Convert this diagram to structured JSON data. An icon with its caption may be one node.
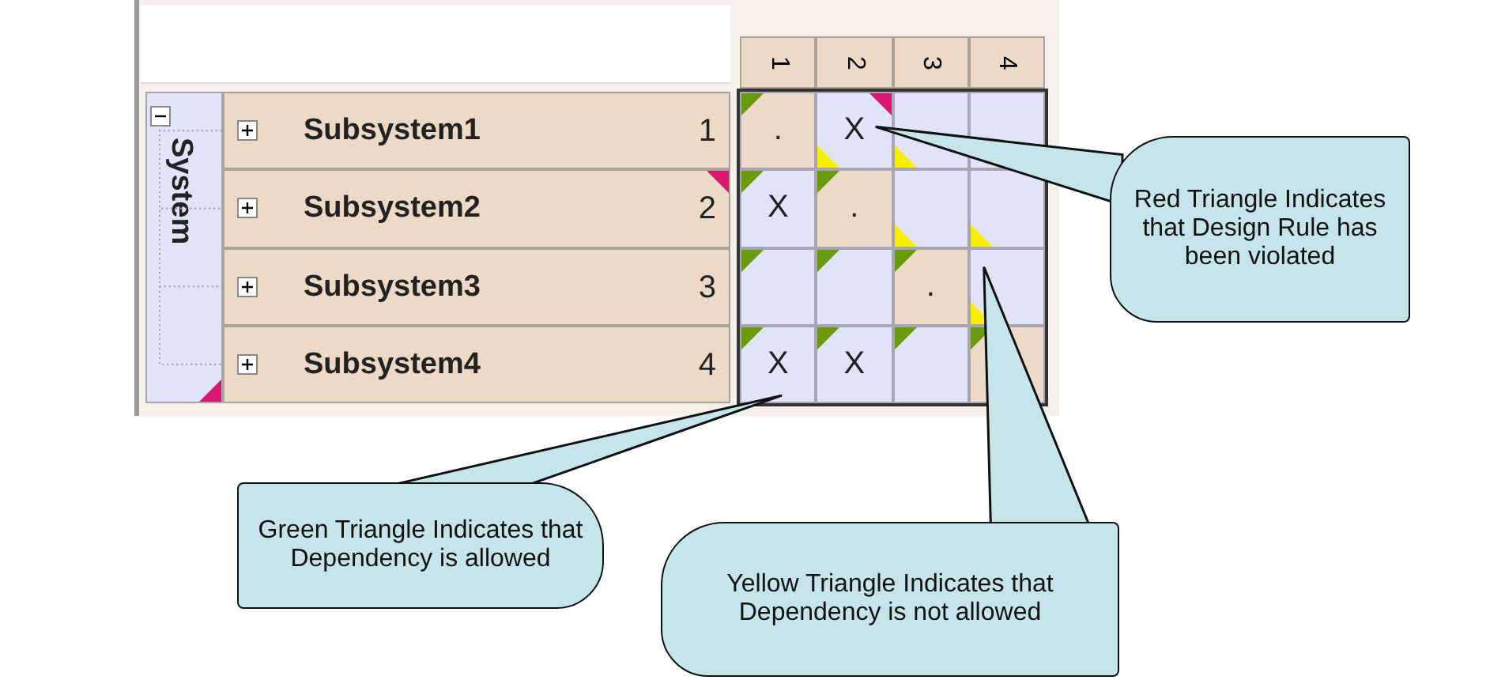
{
  "diagram": {
    "nodes": [
      {
        "text": [
          "System"
        ]
      },
      {
        "text": [
          "Subsystem1",
          "1"
        ]
      },
      {
        "text": [
          "Subsystem2",
          "2"
        ]
      },
      {
        "text": [
          "Subsystem3",
          "3"
        ]
      },
      {
        "text": [
          "Subsystem4",
          "4"
        ]
      },
      {
        "text": [
          "X"
        ]
      },
      {
        "text": [],
        "shape": "box"
      },
      {
        "text": [
          "X"
        ]
      },
      {
        "text": [
          "Red Triangle Indicates that Design Rule has been violated"
        ]
      },
      {
        "text": [
          "Green Triangle Indicates that Dependency is allowed"
        ]
      },
      {
        "text": [
          "Yellow Triangle Indicates that Dependency is not allowed"
        ]
      }
    ],
    "edges": [
      {
        "from": 0,
        "to": 1,
        "arrow": "none",
        "style": "dashed"
      },
      {
        "from": 0,
        "to": 2,
        "arrow": "none",
        "style": "dashed"
      },
      {
        "from": 0,
        "to": 3,
        "arrow": "none",
        "style": "dashed"
      },
      {
        "from": 0,
        "to": 4,
        "arrow": "none",
        "style": "dashed"
      },
      {
        "from": 8,
        "to": 5,
        "arrow": "none"
      },
      {
        "from": 9,
        "to": 7,
        "arrow": "none"
      },
      {
        "from": 10,
        "to": 6,
        "arrow": "none"
      }
    ],
    "labels": [
      "1",
      "2",
      "3",
      "4",
      ".",
      "X",
      ".",
      ".",
      "X"
    ]
  }
}
